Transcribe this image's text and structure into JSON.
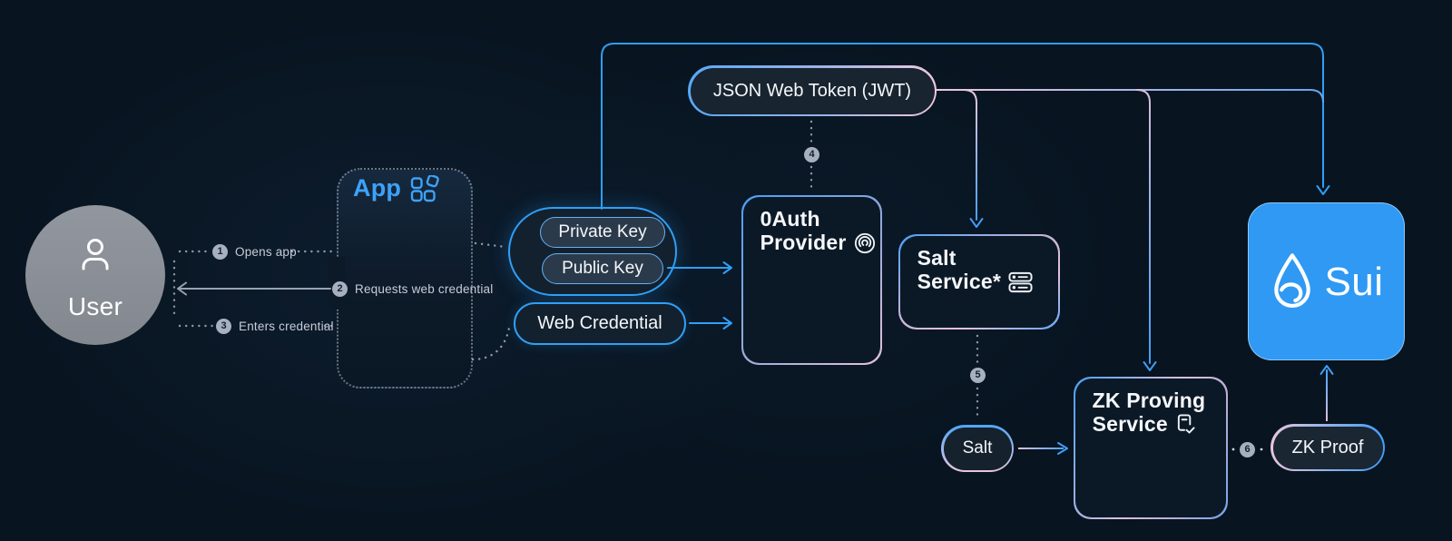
{
  "user": {
    "label": "User"
  },
  "steps": {
    "s1": {
      "num": "1",
      "label": "Opens app"
    },
    "s2": {
      "num": "2",
      "label": "Requests web credential"
    },
    "s3": {
      "num": "3",
      "label": "Enters credential"
    },
    "s4": {
      "num": "4"
    },
    "s5": {
      "num": "5"
    },
    "s6": {
      "num": "6"
    }
  },
  "app": {
    "label": "App"
  },
  "keys": {
    "private_label": "Private Key",
    "public_label": "Public Key"
  },
  "web_credential": {
    "label": "Web Credential"
  },
  "jwt": {
    "label": "JSON Web Token (JWT)"
  },
  "oauth": {
    "line1": "0Auth",
    "line2": "Provider"
  },
  "salt_service": {
    "line1": "Salt",
    "line2": "Service*"
  },
  "salt": {
    "label": "Salt"
  },
  "zk_service": {
    "line1": "ZK Proving",
    "line2": "Service"
  },
  "zk_proof": {
    "label": "ZK Proof"
  },
  "sui": {
    "label": "Sui"
  },
  "colors": {
    "background": "#081420",
    "accent_blue": "#2F9FF7",
    "accent_pink": "#E8C6DD",
    "sui_blue": "#2F99F4",
    "badge_gray": "#A6B0BE",
    "line_gray": "#99A3AF"
  }
}
